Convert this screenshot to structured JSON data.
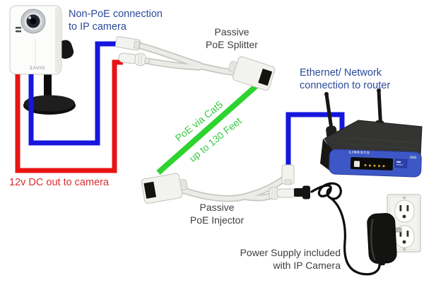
{
  "labels": {
    "non_poe": {
      "line1": "Non-PoE connection",
      "line2": "to IP camera"
    },
    "splitter": {
      "line1": "Passive",
      "line2": "PoE Splitter"
    },
    "ethernet": {
      "line1": "Ethernet/ Network",
      "line2": "connection to router"
    },
    "poe_cable_top": "PoE via Cat5",
    "poe_cable_bottom": "up to 130 Feet",
    "dc_out": "12v DC out to camera",
    "injector": {
      "line1": "Passive",
      "line2": "PoE Injector"
    },
    "power_supply": {
      "line1": "Power Supply included",
      "line2": "with IP Camera"
    }
  },
  "device_text": {
    "camera_brand": "ZAVIO",
    "router_brand": "LINKSYS",
    "router_badge": "54G"
  },
  "colors": {
    "label_blue": "#2d4a9b",
    "label_red": "#dc2e2e",
    "label_green": "#38c943",
    "label_dark": "#3e3e3e",
    "cable_blue": "#1616dd",
    "cable_red": "#e81414",
    "cable_green": "#2ed32e",
    "cord_black": "#0d0d0d",
    "router_blue": "#3d58c6"
  }
}
